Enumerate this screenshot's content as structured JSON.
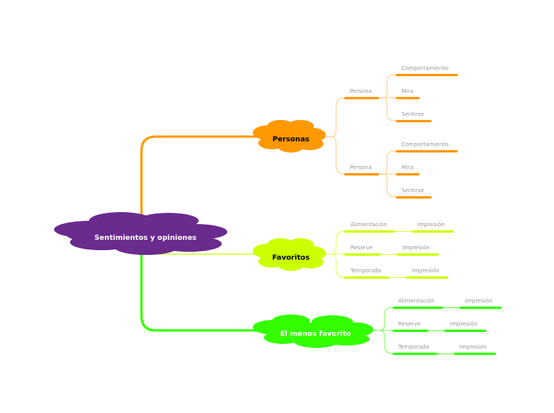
{
  "central": {
    "label": "Sentimientos y opiniones",
    "color": "#6a2a8e",
    "text_color": "#ffffff"
  },
  "branches": [
    {
      "label": "Personas",
      "color": "#ff9900",
      "text_color": "#000000",
      "groups": [
        {
          "label": "Persona",
          "children": [
            "Comportamiento",
            "Mira",
            "Sentirse"
          ]
        },
        {
          "label": "Persona",
          "children": [
            "Comportamiento",
            "Mira",
            "Sentirse"
          ]
        }
      ]
    },
    {
      "label": "Favoritos",
      "color": "#ccff00",
      "text_color": "#000000",
      "items": [
        {
          "label": "Alimentación",
          "child": "Impresión"
        },
        {
          "label": "Reserve",
          "child": "Impresión"
        },
        {
          "label": "Temporada",
          "child": "Impresión"
        }
      ]
    },
    {
      "label": "El menos favorito",
      "color": "#33ff00",
      "text_color": "#ffffff",
      "items": [
        {
          "label": "Alimentación",
          "child": "Impresión"
        },
        {
          "label": "Reserve",
          "child": "Impresión"
        },
        {
          "label": "Temporada",
          "child": "Impresión"
        }
      ]
    }
  ]
}
